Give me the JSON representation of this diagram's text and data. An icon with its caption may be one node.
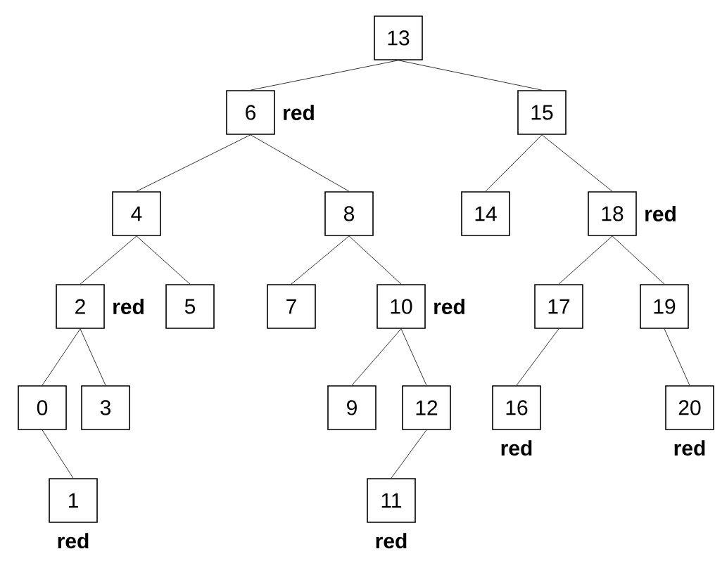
{
  "diagram": {
    "nodes": [
      {
        "text": [
          "13"
        ]
      },
      {
        "text": [
          "6"
        ],
        "beside": [
          "red"
        ]
      },
      {
        "text": [
          "15"
        ]
      },
      {
        "text": [
          "4"
        ]
      },
      {
        "text": [
          "8"
        ]
      },
      {
        "text": [
          "14"
        ]
      },
      {
        "text": [
          "18"
        ],
        "beside": [
          "red"
        ]
      },
      {
        "text": [
          "2"
        ],
        "beside": [
          "red"
        ]
      },
      {
        "text": [
          "5"
        ]
      },
      {
        "text": [
          "7"
        ]
      },
      {
        "text": [
          "10"
        ],
        "beside": [
          "red"
        ]
      },
      {
        "text": [
          "17"
        ]
      },
      {
        "text": [
          "19"
        ]
      },
      {
        "text": [
          "0"
        ]
      },
      {
        "text": [
          "3"
        ]
      },
      {
        "text": [
          "9"
        ]
      },
      {
        "text": [
          "12"
        ]
      },
      {
        "text": [
          "16"
        ],
        "beside": [
          "red"
        ]
      },
      {
        "text": [
          "20"
        ],
        "beside": [
          "red"
        ]
      },
      {
        "text": [
          "1"
        ],
        "beside": [
          "red"
        ]
      },
      {
        "text": [
          "11"
        ],
        "beside": [
          "red"
        ]
      }
    ],
    "edges": [
      {
        "from": 0,
        "to": 1,
        "arrow": "none"
      },
      {
        "from": 0,
        "to": 2,
        "arrow": "none"
      },
      {
        "from": 1,
        "to": 3,
        "arrow": "none"
      },
      {
        "from": 1,
        "to": 4,
        "arrow": "none"
      },
      {
        "from": 2,
        "to": 5,
        "arrow": "none"
      },
      {
        "from": 2,
        "to": 6,
        "arrow": "none"
      },
      {
        "from": 3,
        "to": 7,
        "arrow": "none"
      },
      {
        "from": 3,
        "to": 8,
        "arrow": "none"
      },
      {
        "from": 4,
        "to": 9,
        "arrow": "none"
      },
      {
        "from": 4,
        "to": 10,
        "arrow": "none"
      },
      {
        "from": 6,
        "to": 11,
        "arrow": "none"
      },
      {
        "from": 6,
        "to": 12,
        "arrow": "none"
      },
      {
        "from": 7,
        "to": 13,
        "arrow": "none"
      },
      {
        "from": 7,
        "to": 14,
        "arrow": "none"
      },
      {
        "from": 10,
        "to": 15,
        "arrow": "none"
      },
      {
        "from": 10,
        "to": 16,
        "arrow": "none"
      },
      {
        "from": 11,
        "to": 17,
        "arrow": "none"
      },
      {
        "from": 12,
        "to": 18,
        "arrow": "none"
      },
      {
        "from": 13,
        "to": 19,
        "arrow": "none"
      },
      {
        "from": 16,
        "to": 20,
        "arrow": "none"
      }
    ]
  }
}
